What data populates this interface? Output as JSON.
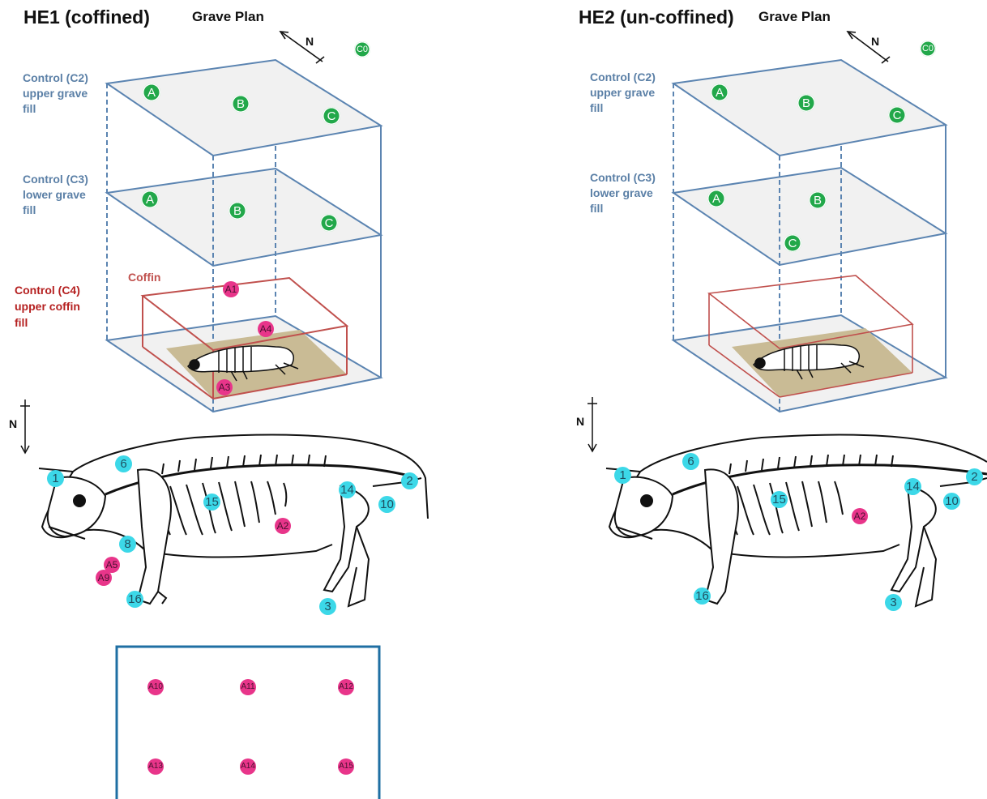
{
  "he1": {
    "title": "HE1 (coffined)",
    "plan": "Grave Plan",
    "north": "N",
    "north_lower": "N",
    "c0": "C0",
    "c2_label": [
      "Control (C2)",
      "upper grave",
      "fill"
    ],
    "c3_label": [
      "Control (C3)",
      "lower grave",
      "fill"
    ],
    "c4_label": [
      "Control (C4)",
      "upper coffin",
      "fill"
    ],
    "coffin_label": "Coffin",
    "upper_markers": [
      "A",
      "B",
      "C"
    ],
    "lower_markers": [
      "A",
      "B",
      "C"
    ],
    "coffin_markers": [
      "A1",
      "A4",
      "A3"
    ],
    "body_markers": [
      "1",
      "6",
      "15",
      "8",
      "16",
      "14",
      "2",
      "10",
      "3"
    ],
    "body_sample_markers": [
      "A2",
      "A5",
      "A9"
    ],
    "grid_markers": [
      "A10",
      "A11",
      "A12",
      "A13",
      "A14",
      "A15"
    ]
  },
  "he2": {
    "title": "HE2 (un-coffined)",
    "plan": "Grave Plan",
    "north": "N",
    "north_lower": "N",
    "c0": "C0",
    "c2_label": [
      "Control (C2)",
      "upper grave",
      "fill"
    ],
    "c3_label": [
      "Control (C3)",
      "lower grave",
      "fill"
    ],
    "upper_markers": [
      "A",
      "B",
      "C"
    ],
    "lower_markers": [
      "A",
      "B",
      "C"
    ],
    "body_markers": [
      "1",
      "6",
      "15",
      "16",
      "14",
      "2",
      "10",
      "3"
    ],
    "body_sample_markers": [
      "A2"
    ]
  },
  "colors": {
    "grave_box": "#5b84b1",
    "coffin_box": "#c0504d",
    "control_marker": "#22a84a",
    "sample_marker": "#e8358a",
    "body_marker": "#3cd8e8",
    "soil": "#c9bb95",
    "grid_frame": "#1f6fa3"
  }
}
